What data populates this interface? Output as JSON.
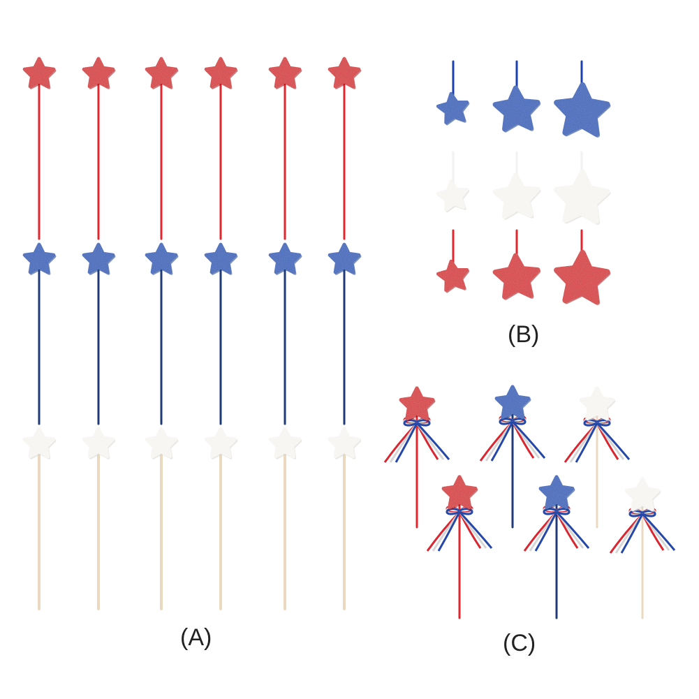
{
  "panels": {
    "a": {
      "label": "(A)",
      "columns": 6,
      "rows": [
        {
          "color": "red",
          "stick": "red"
        },
        {
          "color": "blue",
          "stick": "navy"
        },
        {
          "color": "white",
          "stick": "wood"
        }
      ]
    },
    "b": {
      "label": "(B)",
      "rows": [
        {
          "color": "blue",
          "stick": "blue",
          "count": 3
        },
        {
          "color": "white",
          "stick": "white",
          "count": 3
        },
        {
          "color": "red",
          "stick": "red",
          "count": 3
        }
      ]
    },
    "c": {
      "label": "(C)",
      "wands": [
        {
          "color": "red",
          "stick": "red"
        },
        {
          "color": "blue",
          "stick": "navy"
        },
        {
          "color": "white",
          "stick": "wood"
        },
        {
          "color": "red",
          "stick": "red"
        },
        {
          "color": "blue",
          "stick": "navy"
        },
        {
          "color": "white",
          "stick": "wood"
        }
      ]
    }
  },
  "colors": {
    "red": "#d41c22",
    "red_dark": "#9e1016",
    "blue": "#1f5bb8",
    "blue_dark": "#123a80",
    "white": "#f7f5f2",
    "white_dark": "#d9d6d0",
    "stick_red": "#e0262e",
    "stick_navy": "#1f3a78",
    "stick_blue": "#1b3fb0",
    "stick_white": "#f2f2f2",
    "stick_wood": "#ead9bf",
    "ribbon_red": "#d92630",
    "ribbon_blue": "#2447a8",
    "ribbon_white": "#ffffff",
    "label": "#222222"
  }
}
